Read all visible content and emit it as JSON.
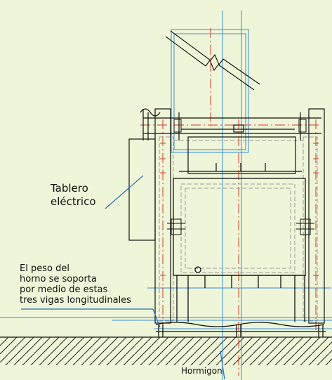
{
  "annotations": {
    "tablero": [
      "Tablero",
      "eléctrico"
    ],
    "peso": [
      "El peso del",
      "horno se soporta",
      "por medio de estas",
      "tres vigas longitudinales"
    ],
    "hormigon": "Hormigon"
  },
  "colors": {
    "background": "#eef5d8",
    "linework": "#111111",
    "centerline": "#d23a2a",
    "guide": "#3a8fd0",
    "hidden": "#9a9a9a",
    "leader": "#2a6fb0"
  }
}
